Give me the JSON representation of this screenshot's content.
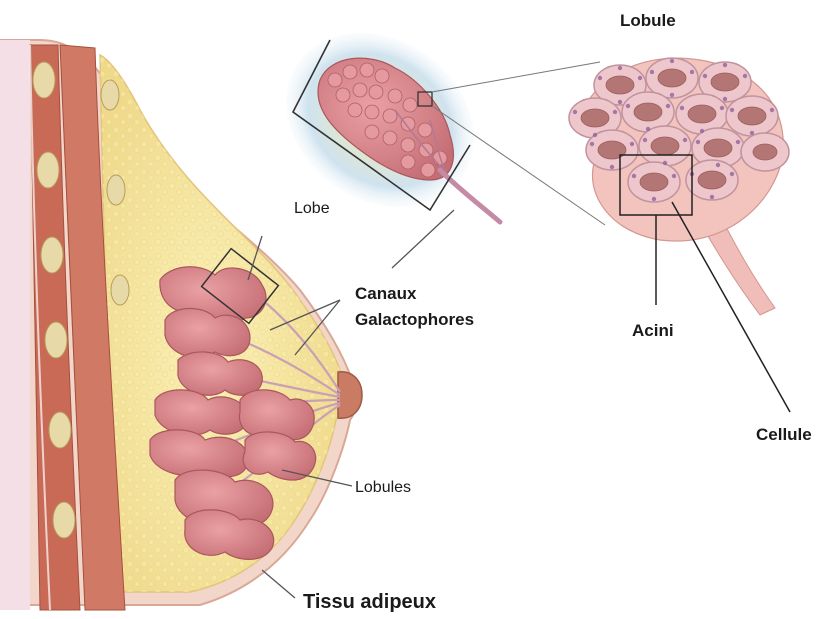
{
  "labels": {
    "lobule_title": "Lobule",
    "lobe": "Lobe",
    "canaux_line1": "Canaux",
    "canaux_line2": "Galactophores",
    "acini": "Acini",
    "cellule": "Cellule",
    "lobules": "Lobules",
    "tissu": "Tissu adipeux"
  },
  "colors": {
    "skin": "#f3d3c6",
    "fat": "#f6e8a0",
    "muscle": "#c96a57",
    "gland": "#d98a8f",
    "duct": "#c9a0b4",
    "acinus_wall": "#c9a3ad",
    "acinus_lumen": "#b06f6a",
    "cell_nucleus": "#8d5b9a"
  }
}
